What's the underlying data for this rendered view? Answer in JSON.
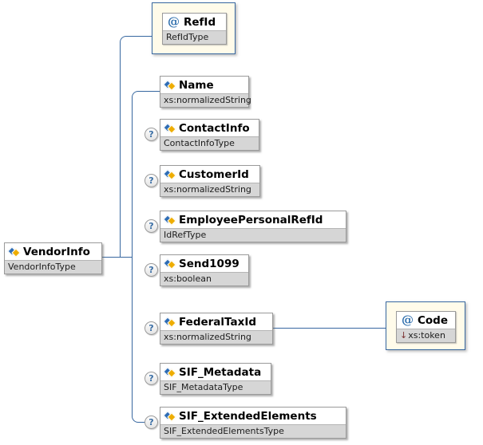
{
  "diagram": {
    "optional_marker": "?",
    "attribute_symbol": "@",
    "root": {
      "name": "VendorInfo",
      "type": "VendorInfoType"
    },
    "refid_attribute": {
      "name": "RefId",
      "type": "RefIdType"
    },
    "children": [
      {
        "name": "Name",
        "type": "xs:normalizedString",
        "optional": false
      },
      {
        "name": "ContactInfo",
        "type": "ContactInfoType",
        "optional": true
      },
      {
        "name": "CustomerId",
        "type": "xs:normalizedString",
        "optional": true
      },
      {
        "name": "EmployeePersonalRefId",
        "type": "IdRefType",
        "optional": true
      },
      {
        "name": "Send1099",
        "type": "xs:boolean",
        "optional": true
      },
      {
        "name": "FederalTaxId",
        "type": "xs:normalizedString",
        "optional": true
      },
      {
        "name": "SIF_Metadata",
        "type": "SIF_MetadataType",
        "optional": true
      },
      {
        "name": "SIF_ExtendedElements",
        "type": "SIF_ExtendedElementsType",
        "optional": true
      }
    ],
    "code_attribute": {
      "name": "Code",
      "type_prefix": "↓",
      "type": "xs:token"
    },
    "colors": {
      "connector": "#3767a0",
      "wrapper_fill": "#fffbea",
      "type_row_fill": "#d6d6d6",
      "element_icon_blue": "#2d6cb5",
      "element_icon_gold": "#eead00",
      "attribute_symbol_color": "#2f6fad",
      "restriction_arrow_color": "#7b3030",
      "optional_circle_text": "#3a6ea5"
    }
  }
}
